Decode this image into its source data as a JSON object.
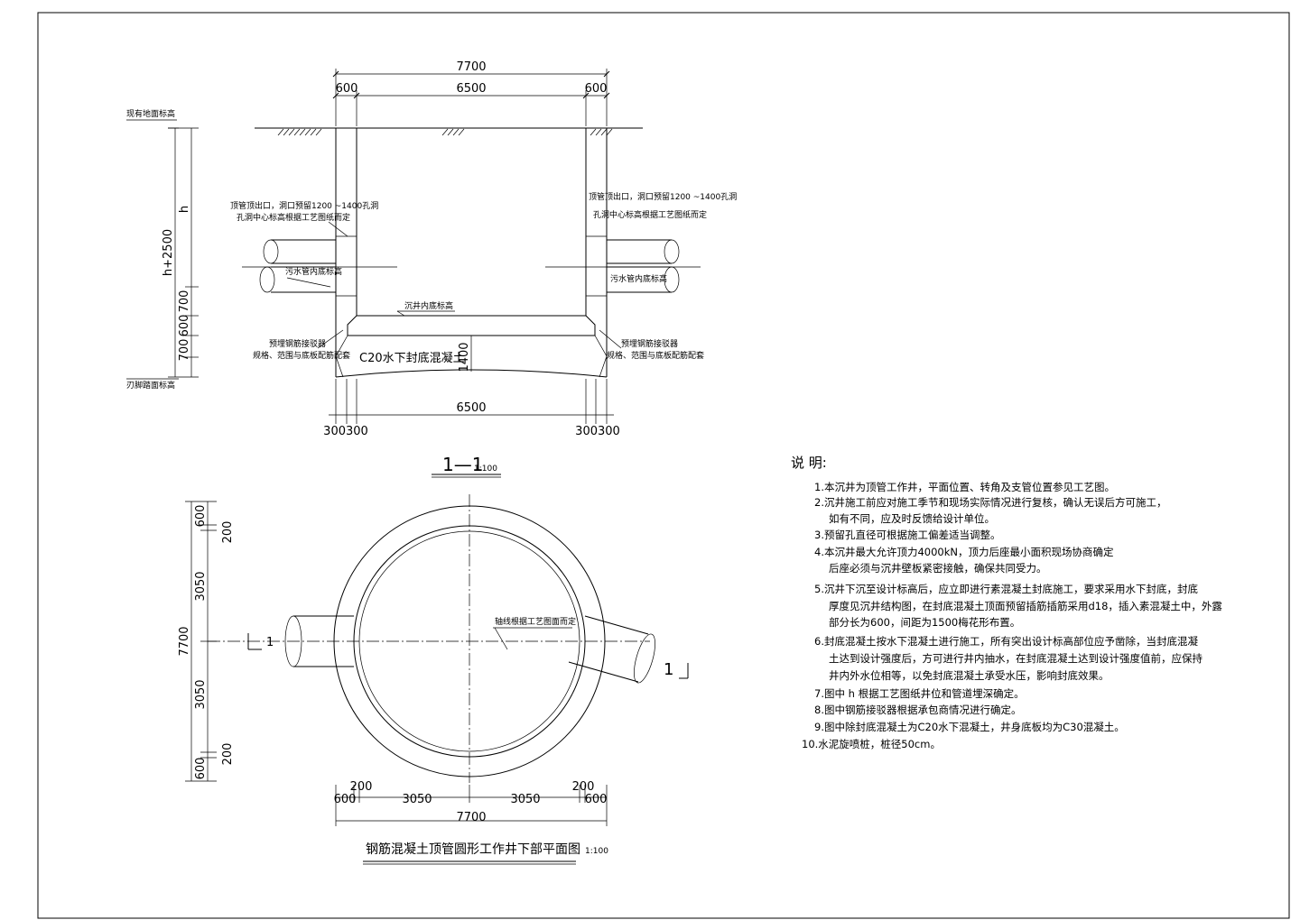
{
  "section": {
    "top_dim_total": "7700",
    "top_dim_left": "600",
    "top_dim_mid": "6500",
    "top_dim_right": "600",
    "label_ground": "现有地面标高",
    "label_bottom": "刃脚踏面标高",
    "label_jack_left_1": "顶管顶出口，洞口预留1200 ~1400孔洞",
    "label_jack_left_2": "孔洞中心标高根据工艺图纸而定",
    "label_jack_right_1": "顶管顶出口，洞口预留1200 ~1400孔洞",
    "label_jack_right_2": "孔洞中心标高根据工艺图纸而定",
    "label_sewer_left": "污水管内底标高",
    "label_sewer_right": "污水管内底标高",
    "label_well_bottom": "沉井内底标高",
    "label_conn_left_1": "预埋钢筋接驳器",
    "label_conn_left_2": "规格、范围与底板配筋配套",
    "label_conn_right_1": "预埋钢筋接驳器",
    "label_conn_right_2": "规格、范围与底板配筋配套",
    "label_concrete": "C20水下封底混凝土",
    "dim_1400": "1400",
    "side_dim_h": "h",
    "side_dim_h2500": "h+2500",
    "side_dim_700a": "700",
    "side_dim_600": "600",
    "side_dim_700b": "700",
    "bottom_dim_mid": "6500",
    "bottom_dim_left": "300300",
    "bottom_dim_right": "300300"
  },
  "section_title": {
    "text": "1—1",
    "scale": "1:100"
  },
  "plan": {
    "label_cut_left": "1",
    "label_cut_right": "1",
    "label_pipe": "轴线根据工艺图面而定",
    "left_dims": [
      "600",
      "200",
      "3050",
      "7700",
      "3050",
      "200",
      "600"
    ],
    "bottom_200_left": "200",
    "bottom_200_right": "200",
    "bottom_600_left": "600",
    "bottom_3050_left": "3050",
    "bottom_3050_right": "3050",
    "bottom_600_right": "600",
    "bottom_total": "7700"
  },
  "plan_title": {
    "text": "钢筋混凝土顶管圆形工作井下部平面图",
    "scale": "1:100"
  },
  "notes": {
    "heading": "说  明:",
    "lines": [
      "1.本沉井为顶管工作井，平面位置、转角及支管位置参见工艺图。",
      "2.沉井施工前应对施工季节和现场实际情况进行复核，确认无误后方可施工，",
      "如有不同，应及时反馈给设计单位。",
      "3.预留孔直径可根据施工偏差适当调整。",
      "4.本沉井最大允许顶力4000kN，顶力后座最小面积现场协商确定",
      "后座必须与沉井壁板紧密接触，确保共同受力。",
      "5.沉井下沉至设计标高后，应立即进行素混凝土封底施工，要求采用水下封底，封底",
      "厚度见沉井结构图，在封底混凝土顶面预留插筋插筋采用d18，插入素混凝土中，外露",
      "部分长为600，间距为1500梅花形布置。",
      "6.封底混凝土按水下混凝土进行施工，所有突出设计标高部位应予凿除，当封底混凝",
      "土达到设计强度后，方可进行井内抽水，在封底混凝土达到设计强度值前，应保持",
      "井内外水位相等，以免封底混凝土承受水压，影响封底效果。",
      "7.图中 h 根据工艺图纸井位和管道埋深确定。",
      "8.图中钢筋接驳器根据承包商情况进行确定。",
      "9.图中除封底混凝土为C20水下混凝土，井身底板均为C30混凝土。",
      "10.水泥旋喷桩，桩径50cm。"
    ]
  }
}
